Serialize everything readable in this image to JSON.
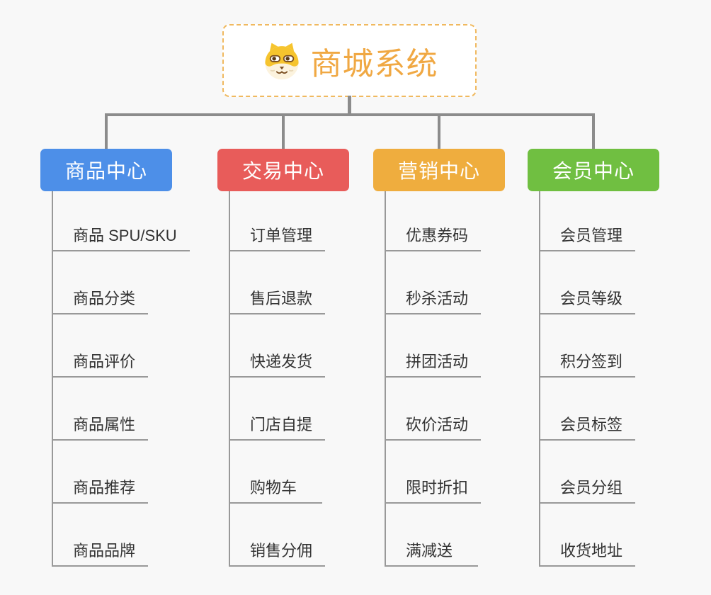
{
  "canvas": {
    "background": "#f8f8f8"
  },
  "root": {
    "title": "商城系统",
    "icon": "dog-face-icon",
    "title_color": "#F0A843",
    "border_color": "#F0B95F"
  },
  "branches": [
    {
      "label": "商品中心",
      "color": "#4D8FE8",
      "children": [
        "商品 SPU/SKU",
        "商品分类",
        "商品评价",
        "商品属性",
        "商品推荐",
        "商品品牌"
      ]
    },
    {
      "label": "交易中心",
      "color": "#E85C5A",
      "children": [
        "订单管理",
        "售后退款",
        "快递发货",
        "门店自提",
        "购物车",
        "销售分佣"
      ]
    },
    {
      "label": "营销中心",
      "color": "#EFAD3E",
      "children": [
        "优惠券码",
        "秒杀活动",
        "拼团活动",
        "砍价活动",
        "限时折扣",
        "满减送"
      ]
    },
    {
      "label": "会员中心",
      "color": "#70BF41",
      "children": [
        "会员管理",
        "会员等级",
        "积分签到",
        "会员标签",
        "会员分组",
        "收货地址"
      ]
    }
  ],
  "colors": {
    "connector": "#8C8C8C",
    "child_line": "#999999",
    "child_text": "#333333",
    "dog_yellow": "#F6C42E",
    "dog_cream": "#FCF3DE",
    "dog_brown": "#7A4E21"
  }
}
